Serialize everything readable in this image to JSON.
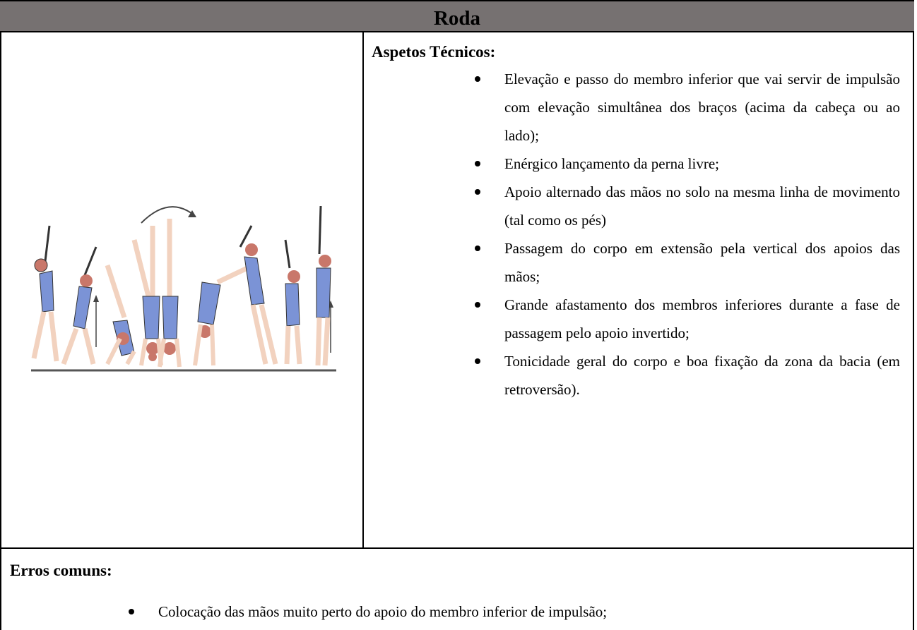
{
  "header": {
    "title": "Roda"
  },
  "technical": {
    "heading": "Aspetos Técnicos:",
    "items": [
      "Elevação e passo do membro inferior que vai servir de impulsão com elevação simultânea dos braços (acima da cabeça ou ao lado);",
      "Enérgico lançamento da perna livre;",
      "Apoio alternado das mãos no solo na mesma linha de movimento (tal como os pés)",
      "Passagem do corpo em extensão pela vertical dos apoios das mãos;",
      "Grande afastamento dos membros inferiores durante a fase de passagem pelo apoio invertido;",
      "Tonicidade geral do corpo e boa fixação da zona da bacia (em retroversão)."
    ]
  },
  "errors": {
    "heading": "Erros comuns:",
    "items": [
      "Colocação das mãos muito perto do apoio do membro inferior de impulsão;"
    ]
  },
  "colors": {
    "header_bg": "#767171",
    "leotard": "#7b93d6",
    "skin": "#f2d2bf",
    "hair": "#c9776a"
  }
}
